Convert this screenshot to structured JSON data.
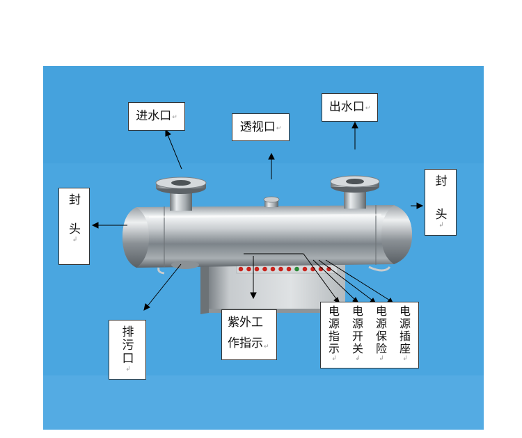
{
  "background_color": "#4aa6e0",
  "labels": {
    "inlet": "进水口",
    "sight_glass": "透视口",
    "outlet": "出水口",
    "end_cap_left": "封头",
    "end_cap_right": "封头",
    "drain": "排污口",
    "uv_indicator_line1": "紫外工",
    "uv_indicator_line2": "作指示",
    "power_indicator": "电源指示",
    "power_switch": "电源开关",
    "power_fuse": "电源保险",
    "power_socket": "电源插座"
  },
  "marks": {
    "return_mark": "↵",
    "para_mark": "↲"
  },
  "indicator_lights": [
    "red",
    "red",
    "red",
    "red",
    "red",
    "red",
    "red",
    "green",
    "red",
    "red",
    "red",
    "red"
  ]
}
